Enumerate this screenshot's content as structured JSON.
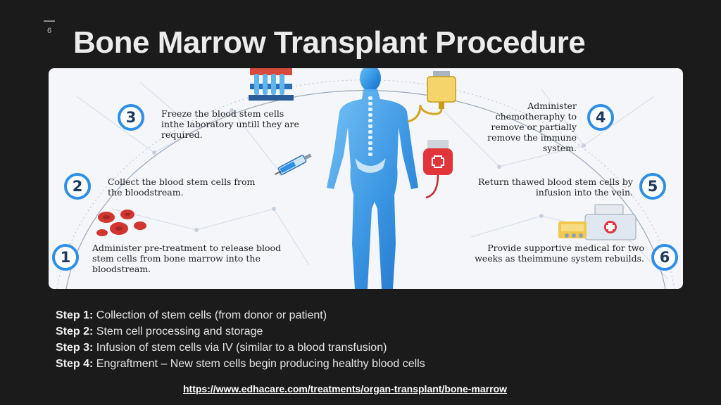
{
  "slide": {
    "number": "6",
    "title": "Bone Marrow Transplant Procedure"
  },
  "infographic": {
    "steps": [
      {
        "number": "1",
        "text": "Administer pre-treatment to release blood stem cells from bone marrow into the bloodstream."
      },
      {
        "number": "2",
        "text": "Collect the blood stem cells from the bloodstream."
      },
      {
        "number": "3",
        "text": "Freeze the blood stem cells inthe laboratory untill they are required."
      },
      {
        "number": "4",
        "text": "Administer chemotheraphy to remove or partially remove the immune system."
      },
      {
        "number": "5",
        "text": "Return thawed blood stem cells by infusion into the vein."
      },
      {
        "number": "6",
        "text": "Provide supportive medical for two weeks as theimmune system rebuilds."
      }
    ],
    "icons": [
      "blood-cells-icon",
      "syringe-icon",
      "test-tubes-icon",
      "iv-bag-icon",
      "blood-bag-icon",
      "medical-kit-icon",
      "human-body-icon"
    ]
  },
  "summary": [
    {
      "label": "Step 1:",
      "text": "Collection of stem cells (from donor or patient)"
    },
    {
      "label": "Step 2:",
      "text": "Stem cell processing and storage"
    },
    {
      "label": "Step 3:",
      "text": "Infusion of stem cells via IV (similar to a blood transfusion)"
    },
    {
      "label": "Step 4:",
      "text": "Engraftment – New stem cells begin producing healthy blood cells"
    }
  ],
  "source_link": "https://www.edhacare.com/treatments/organ-transplant/bone-marrow",
  "colors": {
    "background": "#1b1b1b",
    "accent_blue": "#2f8fe6",
    "body_blue": "#3a9be8"
  }
}
